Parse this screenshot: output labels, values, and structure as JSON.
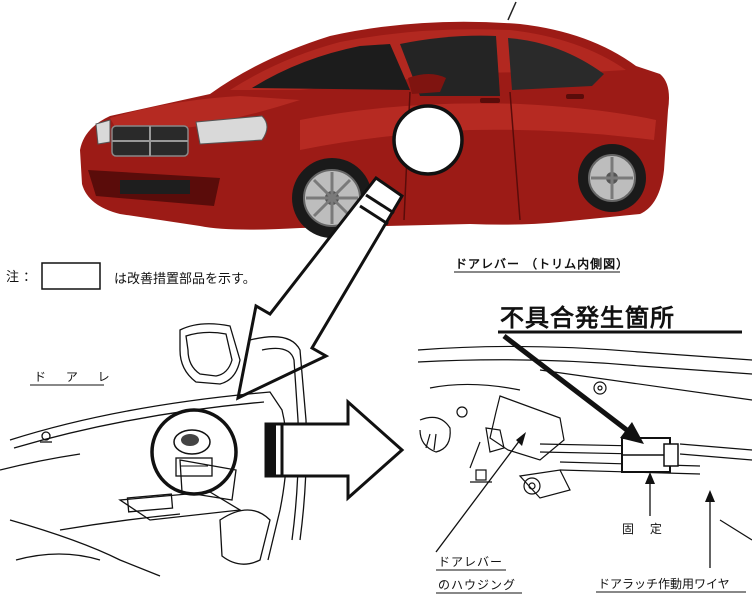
{
  "note": {
    "prefix": "注 ：",
    "suffix": "は改善措置部品を示す。"
  },
  "labels": {
    "trim_view": "ドアレバー （トリム内側図）",
    "door_label": "ド ア レ",
    "defect_location": "不具合発生箇所",
    "fixed": "固 定",
    "housing_line1": "ドアレバー",
    "housing_line2": "のハウジング",
    "latch_wire": "ドアラッチ作動用ワイヤ"
  },
  "colors": {
    "car_body": "#9c1b16",
    "car_highlight": "#c8352b",
    "car_shadow": "#5a0c0a",
    "line": "#111111"
  }
}
